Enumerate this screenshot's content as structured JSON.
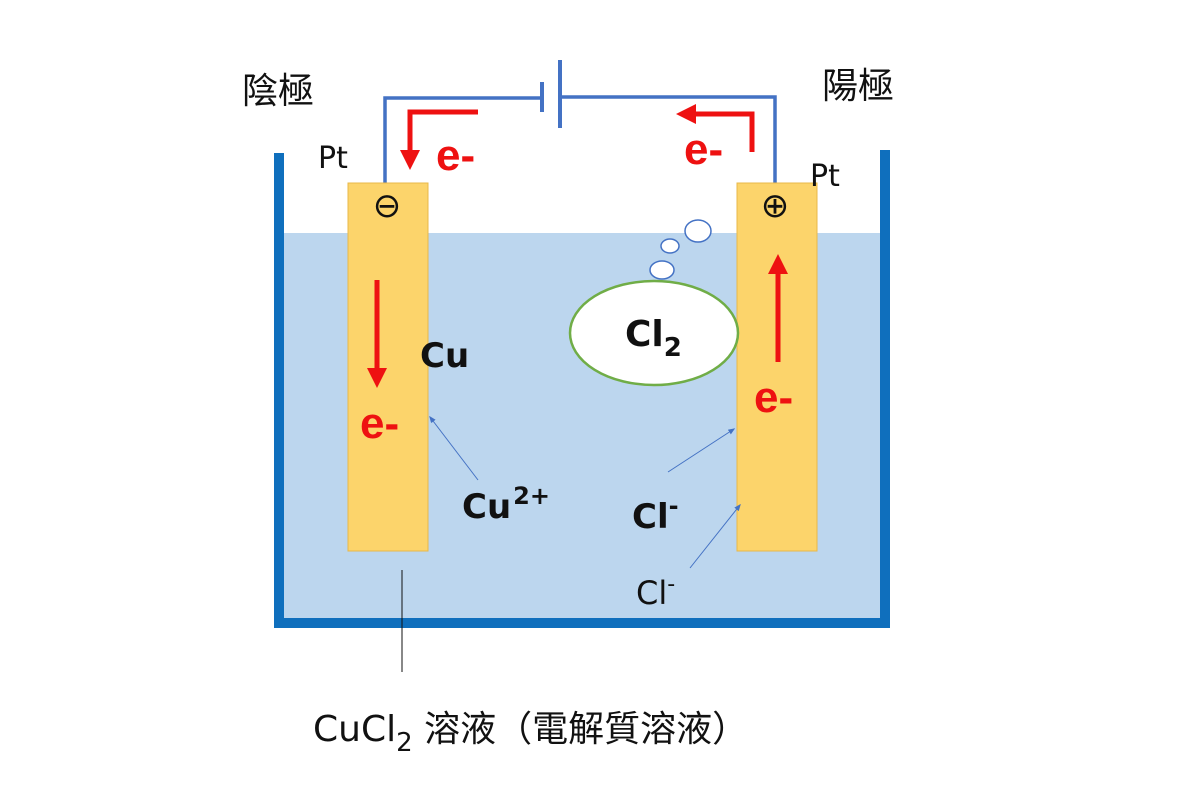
{
  "colors": {
    "solution": "#bcd6ee",
    "container": "#0f6fbd",
    "electrode": "#fcd46b",
    "electrode_border": "#e8b84a",
    "wire": "#4472c4",
    "electron": "#ee1111",
    "bubble_border": "#4472c4",
    "gas_border": "#70ad47",
    "pointer": "#4472c4"
  },
  "labels": {
    "cathode": "陰極",
    "anode": "陽極",
    "pt_left": "Pt",
    "pt_right": "Pt",
    "minus_sign": "⊖",
    "plus_sign": "⊕",
    "electron": "e-",
    "copper": "Cu",
    "copper_ion_base": "Cu",
    "copper_ion_charge": "2+",
    "chlorine_gas_base": "Cl",
    "chlorine_gas_sub": "2",
    "chloride_base": "Cl",
    "chloride_charge": "-",
    "solution_formula_base": "CuCl",
    "solution_formula_sub": "2",
    "solution_name": " 溶液（電解質溶液）"
  }
}
